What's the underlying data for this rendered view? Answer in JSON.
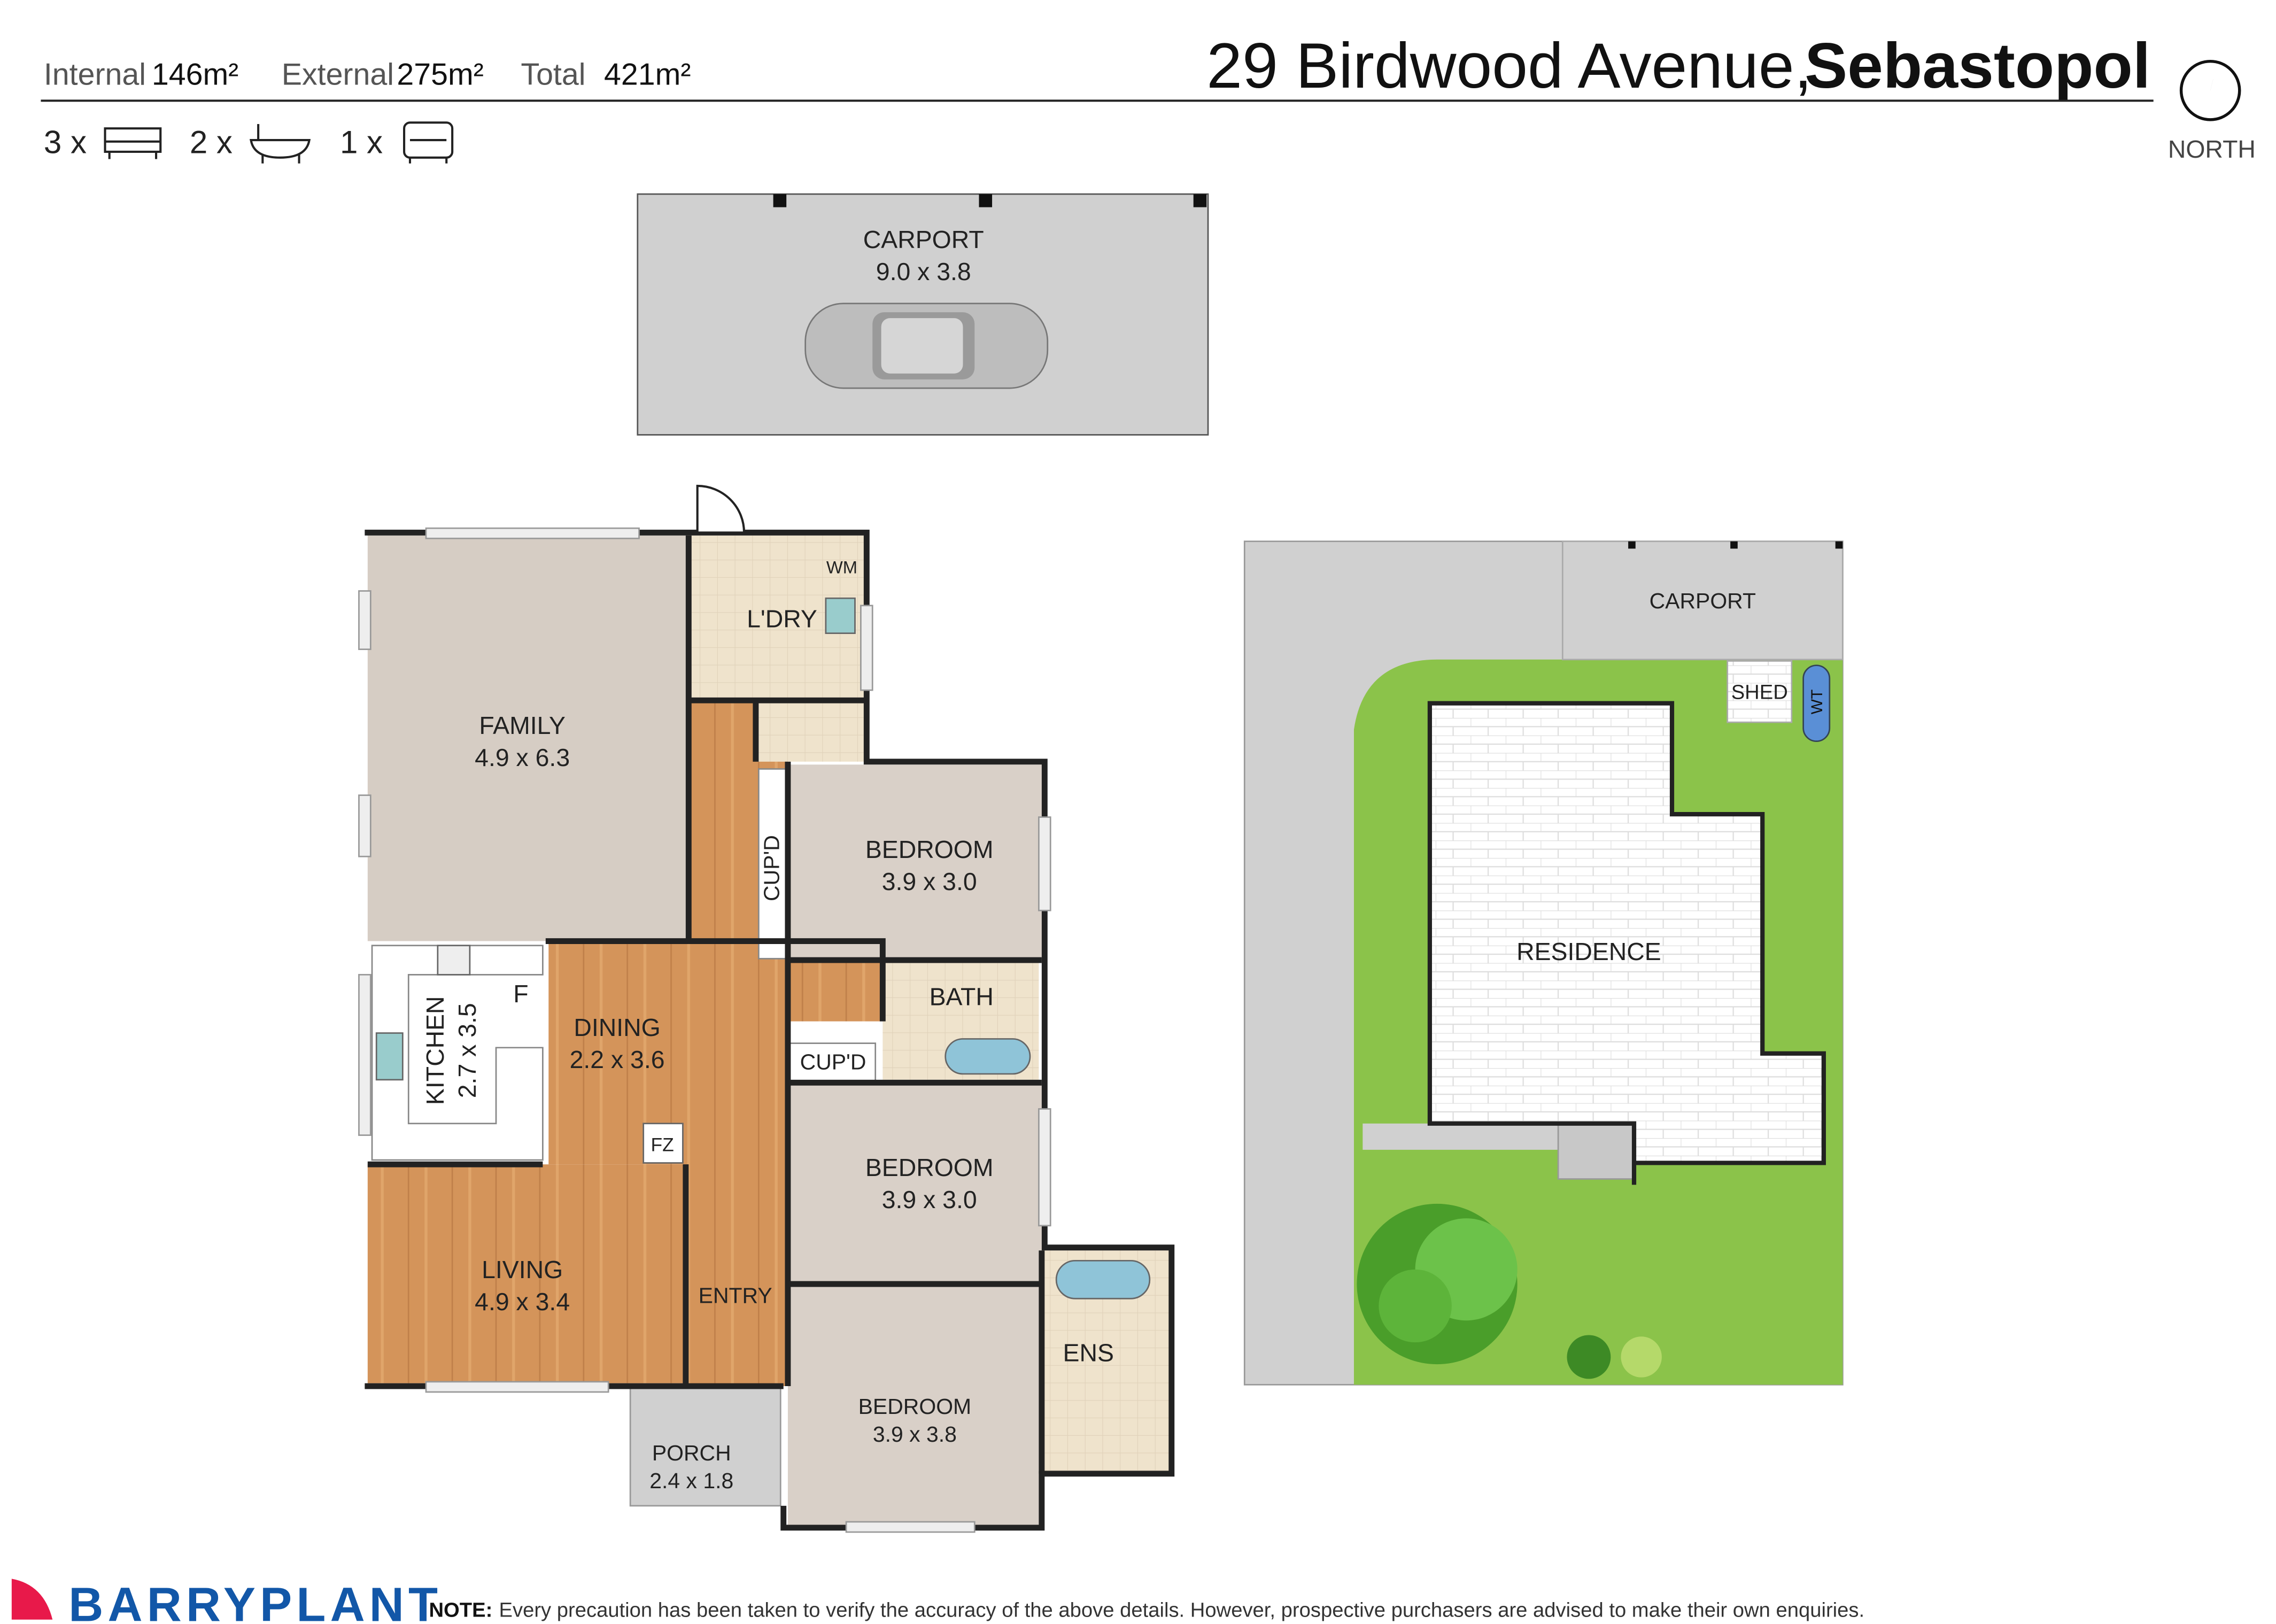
{
  "header": {
    "internal_label": "Internal",
    "internal_value": "146m²",
    "external_label": "External",
    "external_value": "275m²",
    "total_label": "Total",
    "total_value": "421m²",
    "address_street": "29 Birdwood Avenue,",
    "address_suburb": "Sebastopol",
    "north_label": "NORTH",
    "beds": "3 x",
    "baths": "2 x",
    "cars": "1 x"
  },
  "rooms": {
    "carport": {
      "name": "CARPORT",
      "size": "9.0 x 3.8"
    },
    "family": {
      "name": "FAMILY",
      "size": "4.9 x 6.3"
    },
    "laundry": {
      "name": "L'DRY",
      "wm": "WM"
    },
    "bedroom1": {
      "name": "BEDROOM",
      "size": "3.9 x 3.0"
    },
    "cupd1": "CUP'D",
    "cupd2": "CUP'D",
    "bath": "BATH",
    "kitchen": {
      "name": "KITCHEN",
      "size": "2.7 x 3.5",
      "fridge": "F"
    },
    "dining": {
      "name": "DINING",
      "size": "2.2 x 3.6"
    },
    "fz": "FZ",
    "bedroom2": {
      "name": "BEDROOM",
      "size": "3.9 x 3.0"
    },
    "living": {
      "name": "LIVING",
      "size": "4.9 x 3.4"
    },
    "entry": "ENTRY",
    "ens": "ENS",
    "bedroom3": {
      "name": "BEDROOM",
      "size": "3.9 x 3.8"
    },
    "porch": {
      "name": "PORCH",
      "size": "2.4 x 1.8"
    }
  },
  "site": {
    "carport": "CARPORT",
    "shed": "SHED",
    "wt": "WT",
    "residence": "RESIDENCE"
  },
  "footer": {
    "brand": "BARRYPLANT",
    "note_label": "NOTE:",
    "note_text": "Every precaution has been taken to verify the accuracy of the above details. However, prospective purchasers are advised to make their own enquiries."
  },
  "colors": {
    "wood": "#d4945a",
    "carpet": "#d9d0c8",
    "tile": "#efe3cc",
    "grass": "#8bc34a",
    "paving": "#d0d0d0",
    "brand_blue": "#1257a8",
    "brand_red": "#e8194a"
  }
}
